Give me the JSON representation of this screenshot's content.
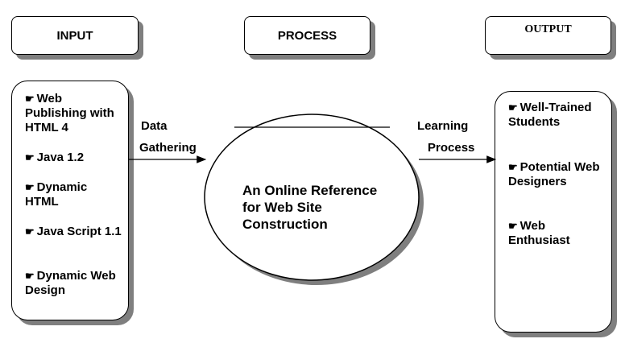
{
  "headers": {
    "input": "INPUT",
    "process": "PROCESS",
    "output": "OUTPUT"
  },
  "input_items": [
    {
      "icon": "pointing-hand-icon",
      "text": "Web Publishing with HTML 4"
    },
    {
      "icon": "pointing-hand-icon",
      "text": "Java 1.2"
    },
    {
      "icon": "pointing-hand-icon",
      "text": "Dynamic HTML"
    },
    {
      "icon": "pointing-hand-icon",
      "text": "Java Script 1.1"
    },
    {
      "icon": "pointing-hand-icon",
      "text": "Dynamic Web Design"
    }
  ],
  "output_items": [
    {
      "icon": "pointing-hand-icon",
      "text": "Well-Trained Students"
    },
    {
      "icon": "pointing-hand-icon",
      "text": "Potential Web Designers"
    },
    {
      "icon": "pointing-hand-icon",
      "text": "Web Enthusiast"
    }
  ],
  "arrows": {
    "left_label_1": "Data",
    "left_label_2": "Gathering",
    "right_label_1": "Learning",
    "right_label_2": "Process"
  },
  "center": {
    "text": "An Online Reference for Web Site Construction"
  },
  "colors": {
    "shadow": "#7f7f7f",
    "line": "#000000"
  }
}
